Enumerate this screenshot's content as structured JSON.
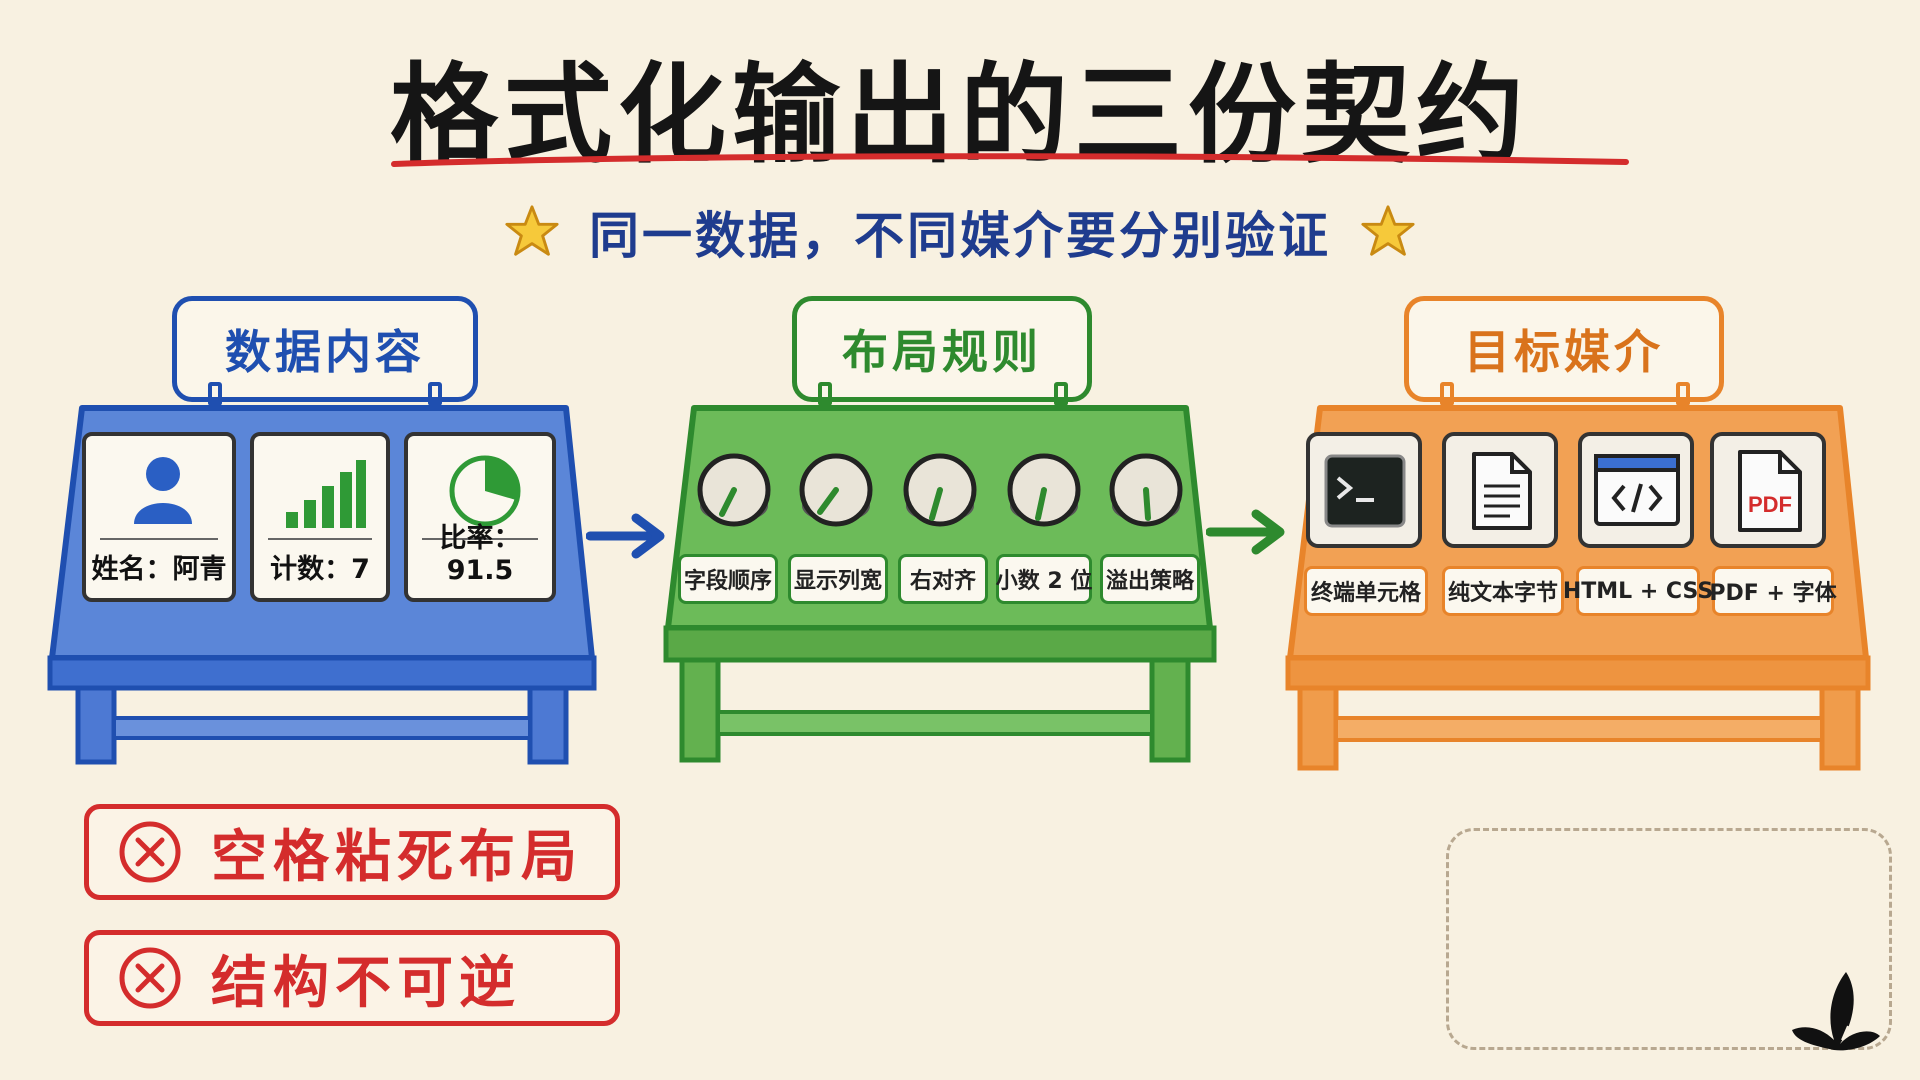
{
  "title": "格式化输出的三份契约",
  "subtitle": "同一数据，不同媒介要分别验证",
  "colors": {
    "blue": "#1f4fb0",
    "green": "#2e8a2e",
    "orange": "#e8842a",
    "red": "#d42c2c",
    "background": "#f8f1e1"
  },
  "panels": {
    "data": {
      "label": "数据内容",
      "cards": [
        {
          "icon": "person-icon",
          "text": "姓名：阿青"
        },
        {
          "icon": "bar-chart-icon",
          "text": "计数：7"
        },
        {
          "icon": "pie-chart-icon",
          "text": "比率：91.5"
        }
      ]
    },
    "layout": {
      "label": "布局规则",
      "knobs": [
        "字段顺序",
        "显示列宽",
        "右对齐",
        "小数 2 位",
        "溢出策略"
      ]
    },
    "media": {
      "label": "目标媒介",
      "items": [
        {
          "icon": "terminal-icon",
          "text": "终端单元格"
        },
        {
          "icon": "document-icon",
          "text": "纯文本字节"
        },
        {
          "icon": "code-window-icon",
          "text": "HTML + CSS"
        },
        {
          "icon": "pdf-file-icon",
          "text": "PDF + 字体",
          "badge": "PDF"
        }
      ]
    }
  },
  "warnings": [
    "空格粘死布局",
    "结构不可逆"
  ]
}
